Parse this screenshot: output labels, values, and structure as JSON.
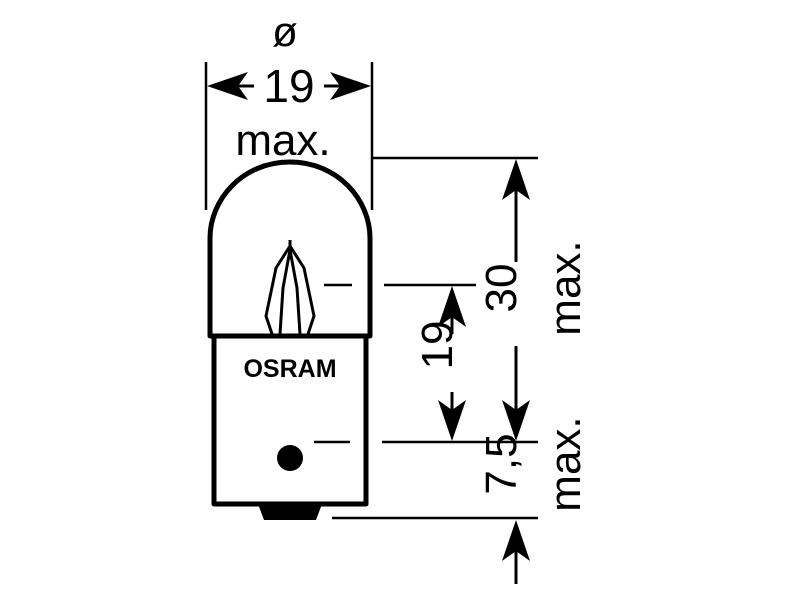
{
  "colors": {
    "stroke": "#000000",
    "background": "#ffffff"
  },
  "brand": {
    "label": "OSRAM"
  },
  "dimensions": {
    "diameter": {
      "symbol": "ø",
      "value": "19",
      "qualifier": "max."
    },
    "total_height": {
      "value": "30",
      "qualifier": "max."
    },
    "light_center": {
      "value": "19"
    },
    "base_pin": {
      "value": "7,5",
      "qualifier": "max."
    }
  }
}
